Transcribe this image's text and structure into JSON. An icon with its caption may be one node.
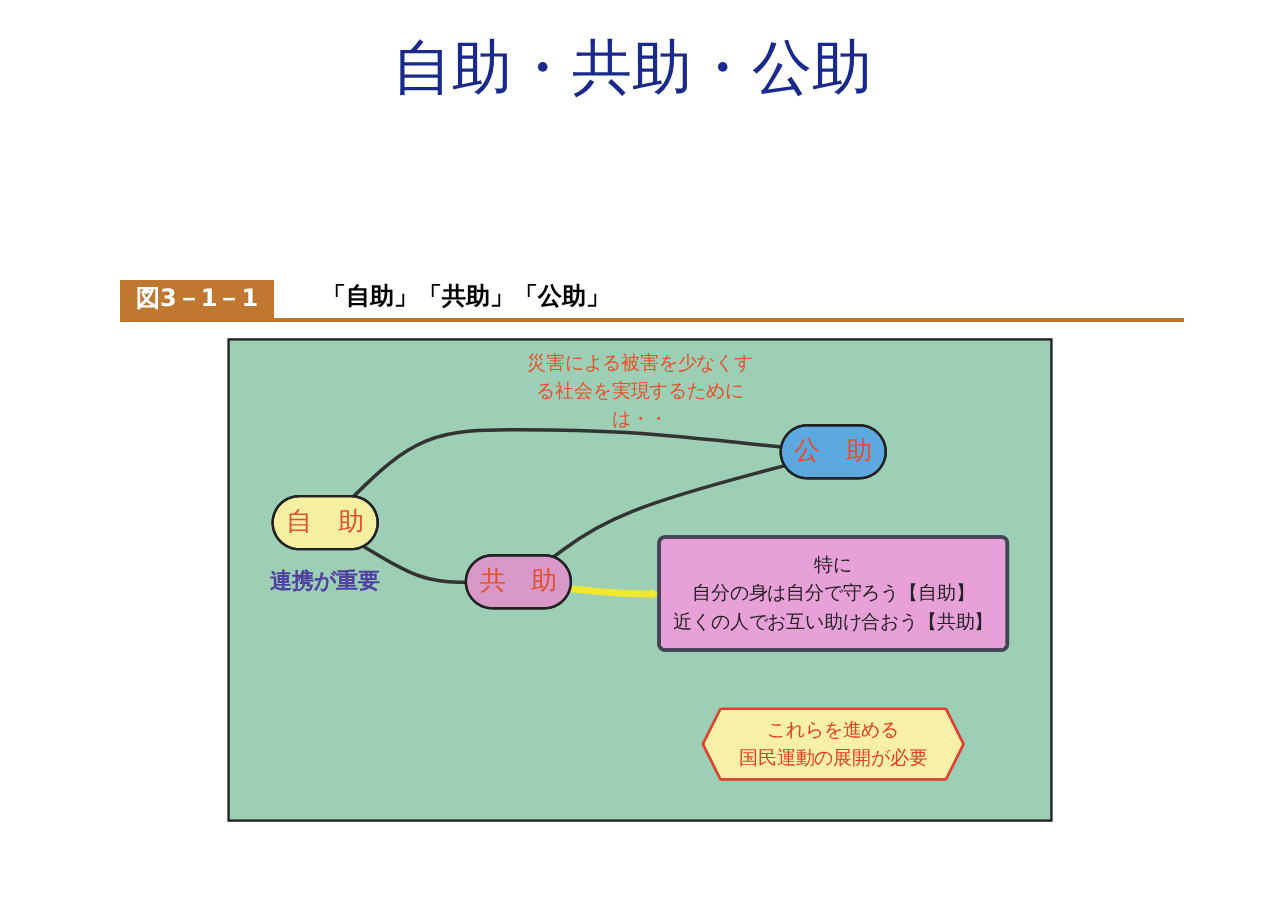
{
  "diagram": {
    "title": "自助・共助・公助",
    "nodes": [
      {
        "text": [
          "災害による被害を少なくする社会を実現するためには・・"
        ]
      },
      {
        "text": [
          "自　助"
        ],
        "in": 0
      },
      {
        "text": [
          "共　助"
        ],
        "in": 0
      },
      {
        "text": [
          "公　助"
        ],
        "in": 0
      },
      {
        "text": [
          "特に",
          "自分の身は自分で守ろう【自助】",
          "近くの人でお互い助け合おう【共助】"
        ],
        "in": 0
      },
      {
        "text": [
          "これらを進める",
          "国民運動の展開が必要"
        ],
        "in": 0
      }
    ],
    "edges": [
      {
        "from": 1,
        "to": 2,
        "arrow": "none"
      },
      {
        "from": 1,
        "to": 3,
        "arrow": "none"
      },
      {
        "from": 2,
        "to": 3,
        "arrow": "none"
      },
      {
        "from": 2,
        "to": 4,
        "arrow": "to",
        "style": "thick",
        "color": "#f0e830"
      }
    ],
    "labels": [
      "図3－1－1",
      "「自助」「共助」「公助」",
      "連携が重要"
    ]
  }
}
